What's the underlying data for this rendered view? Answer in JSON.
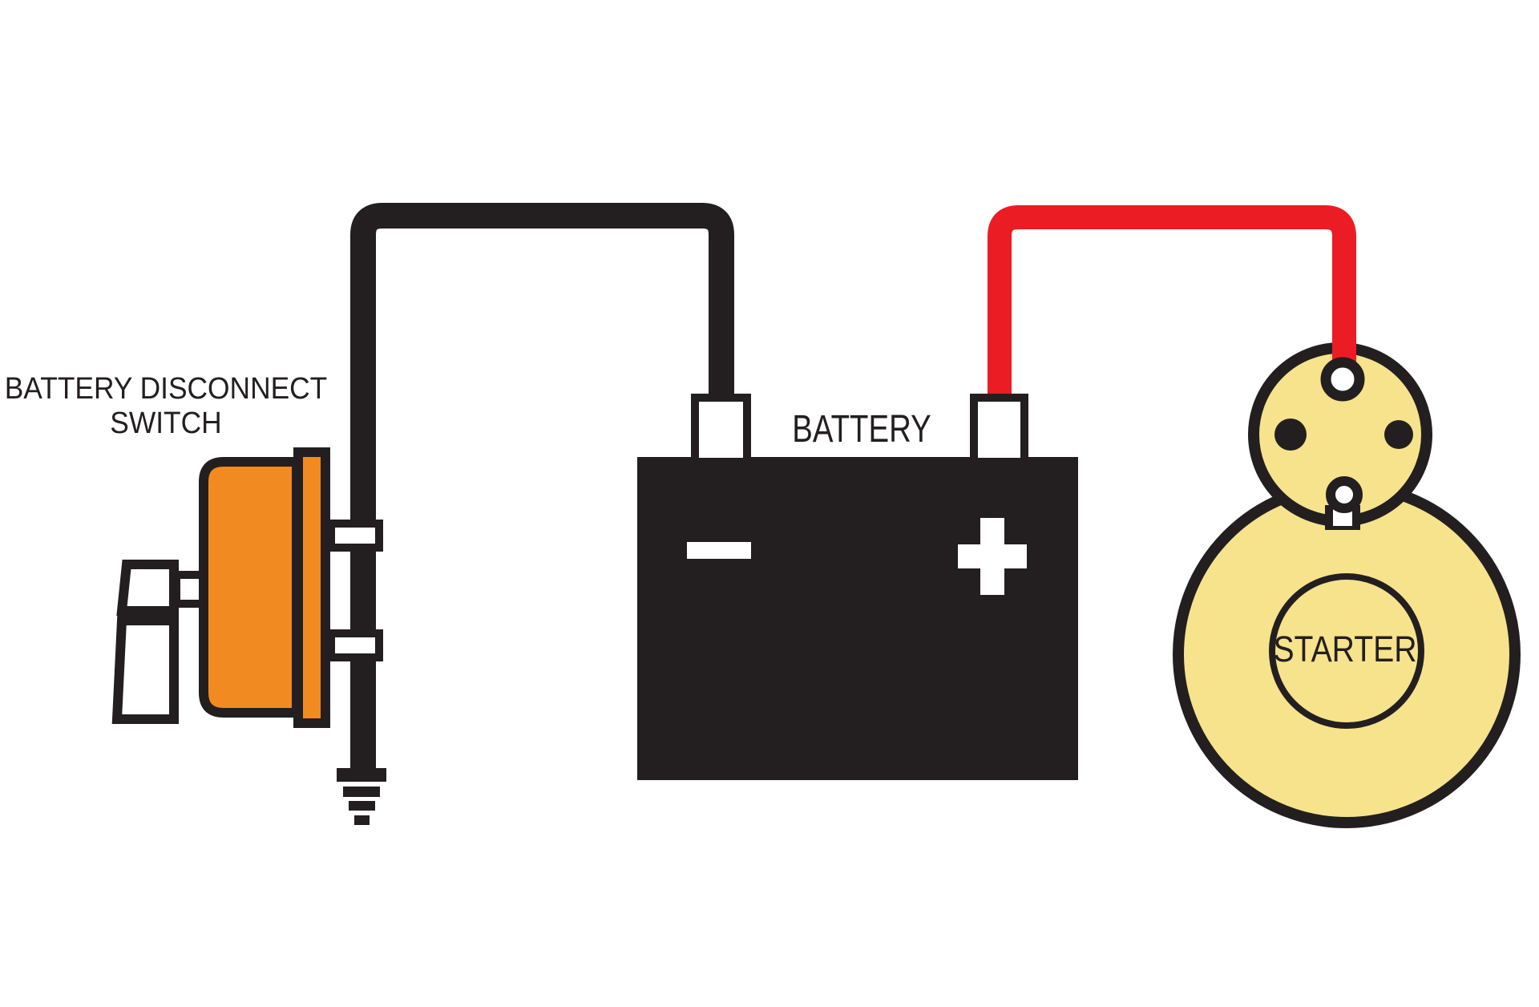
{
  "colors": {
    "paper": "#ffffff",
    "ink": "#231f20",
    "negative_cable": "#231f20",
    "positive_cable": "#ec1c24",
    "switch_orange": "#f18a21",
    "starter_yellow": "#f7e38c"
  },
  "labels": {
    "switch_line1": "BATTERY DISCONNECT",
    "switch_line2": "SWITCH",
    "battery": "BATTERY",
    "starter": "STARTER"
  },
  "components": {
    "battery": {
      "label": "BATTERY",
      "negative_terminal_symbol": "minus",
      "positive_terminal_symbol": "plus"
    },
    "disconnect_switch": {
      "label": "BATTERY DISCONNECT SWITCH"
    },
    "starter_motor": {
      "label": "STARTER"
    },
    "ground": {
      "symbol": "chassis-ground"
    }
  }
}
